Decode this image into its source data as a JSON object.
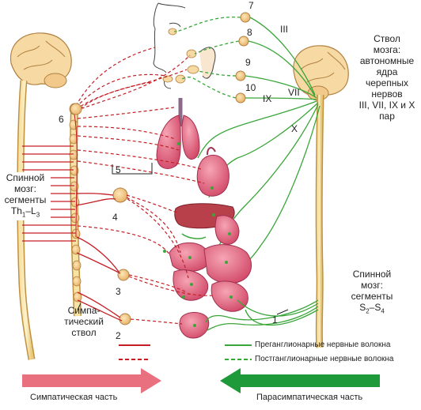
{
  "labels": {
    "brainstem": [
      "Ствол",
      "мозга:",
      "автономные",
      "ядра",
      "черепных",
      "нервов",
      "III, VII, IX и X",
      "пар"
    ],
    "spinal_thoracolumbar": [
      "Спинной",
      "мозг:",
      "сегменты",
      "Th",
      "1",
      "–L",
      "3"
    ],
    "spinal_sacral": [
      "Спинной",
      "мозг:",
      "сегменты",
      "S",
      "2",
      "–S",
      "4"
    ],
    "sympathetic_trunk": [
      "Симпа-",
      "тический",
      "ствол"
    ]
  },
  "nerve_labels": [
    "III",
    "VII",
    "IX",
    "X"
  ],
  "numbers": [
    "1",
    "2",
    "3",
    "4",
    "5",
    "6",
    "7",
    "8",
    "9",
    "10"
  ],
  "legend": {
    "preganglionic": "Преганглионарные нервные волокна",
    "postganglionic": "Постганглионарные нервные волокна"
  },
  "divisions": {
    "sympathetic": "Симпатическая часть",
    "parasympathetic": "Парасимпатическая часть"
  },
  "colors": {
    "sympathetic": "#c41e24",
    "parasympathetic": "#3aa63a",
    "sympathetic_arrow": "#e8707f",
    "parasympathetic_arrow": "#1e9a3a",
    "ganglion": "#f2c98a",
    "organ": "#e5607a"
  }
}
